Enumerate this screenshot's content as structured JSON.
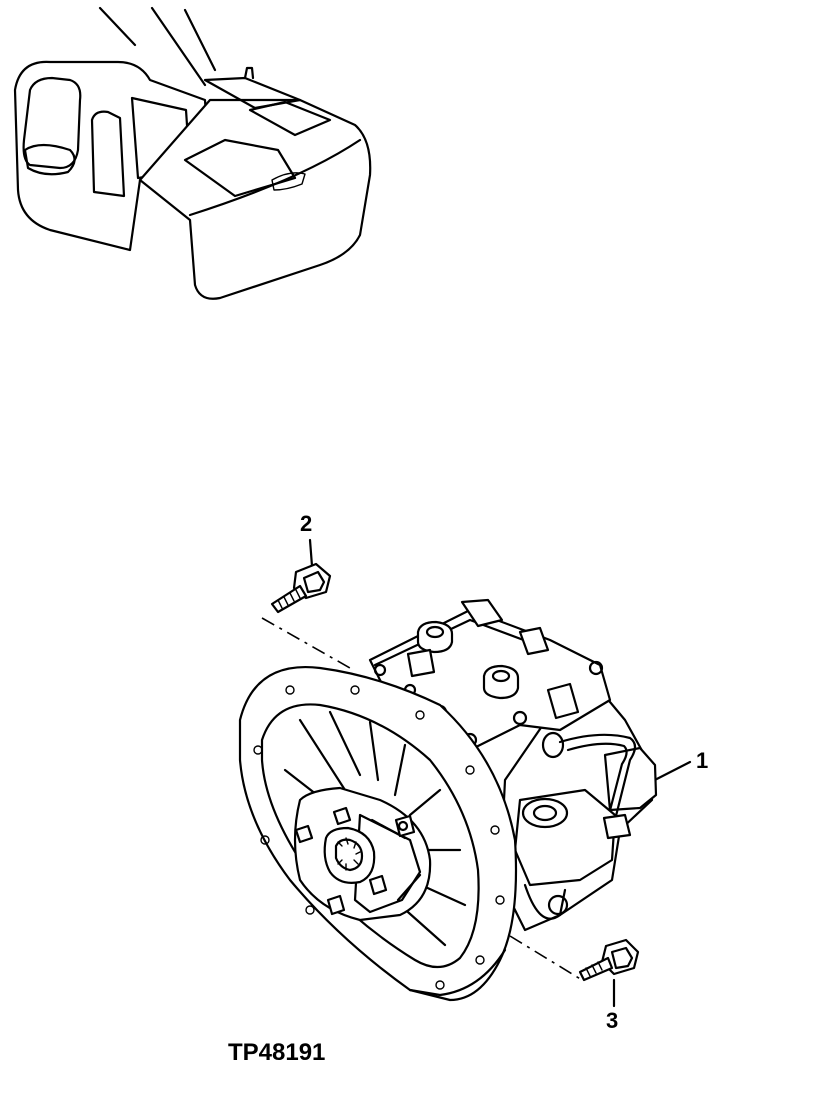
{
  "figure": {
    "id_label": "TP48191"
  },
  "callouts": [
    {
      "label": "1",
      "part": "pump-assembly"
    },
    {
      "label": "2",
      "part": "upper-cap-screw"
    },
    {
      "label": "3",
      "part": "lower-cap-screw"
    }
  ]
}
